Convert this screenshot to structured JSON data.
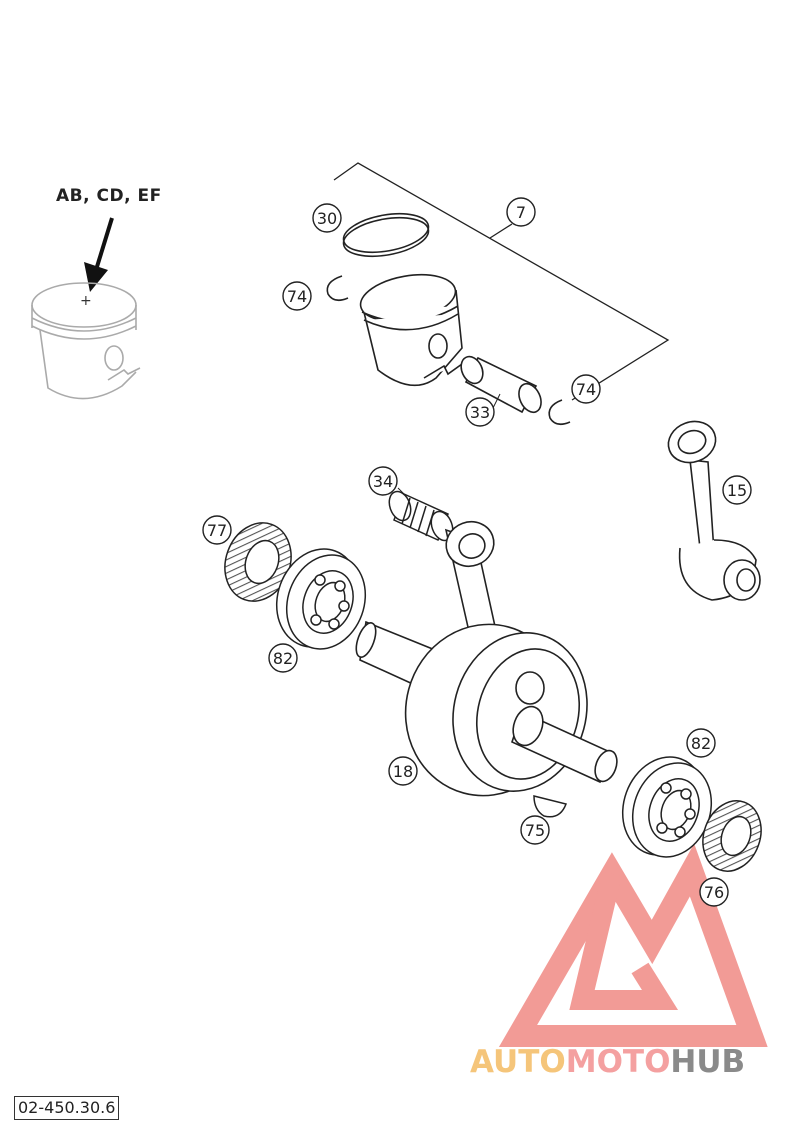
{
  "piston_size_label": "AB, CD, EF",
  "diagram_code": "02-450.30.6",
  "callouts": [
    "30",
    "7",
    "74",
    "74",
    "33",
    "34",
    "15",
    "77",
    "82",
    "82",
    "18",
    "75",
    "76"
  ],
  "watermark": {
    "part1": "AUTO",
    "part2": "MOTO",
    "part3": "HUB",
    "color_part1": "#f5c57a",
    "color_part2": "#f4a0a0",
    "color_part3": "#8a8a8a",
    "logo_color": "#f08a84"
  }
}
